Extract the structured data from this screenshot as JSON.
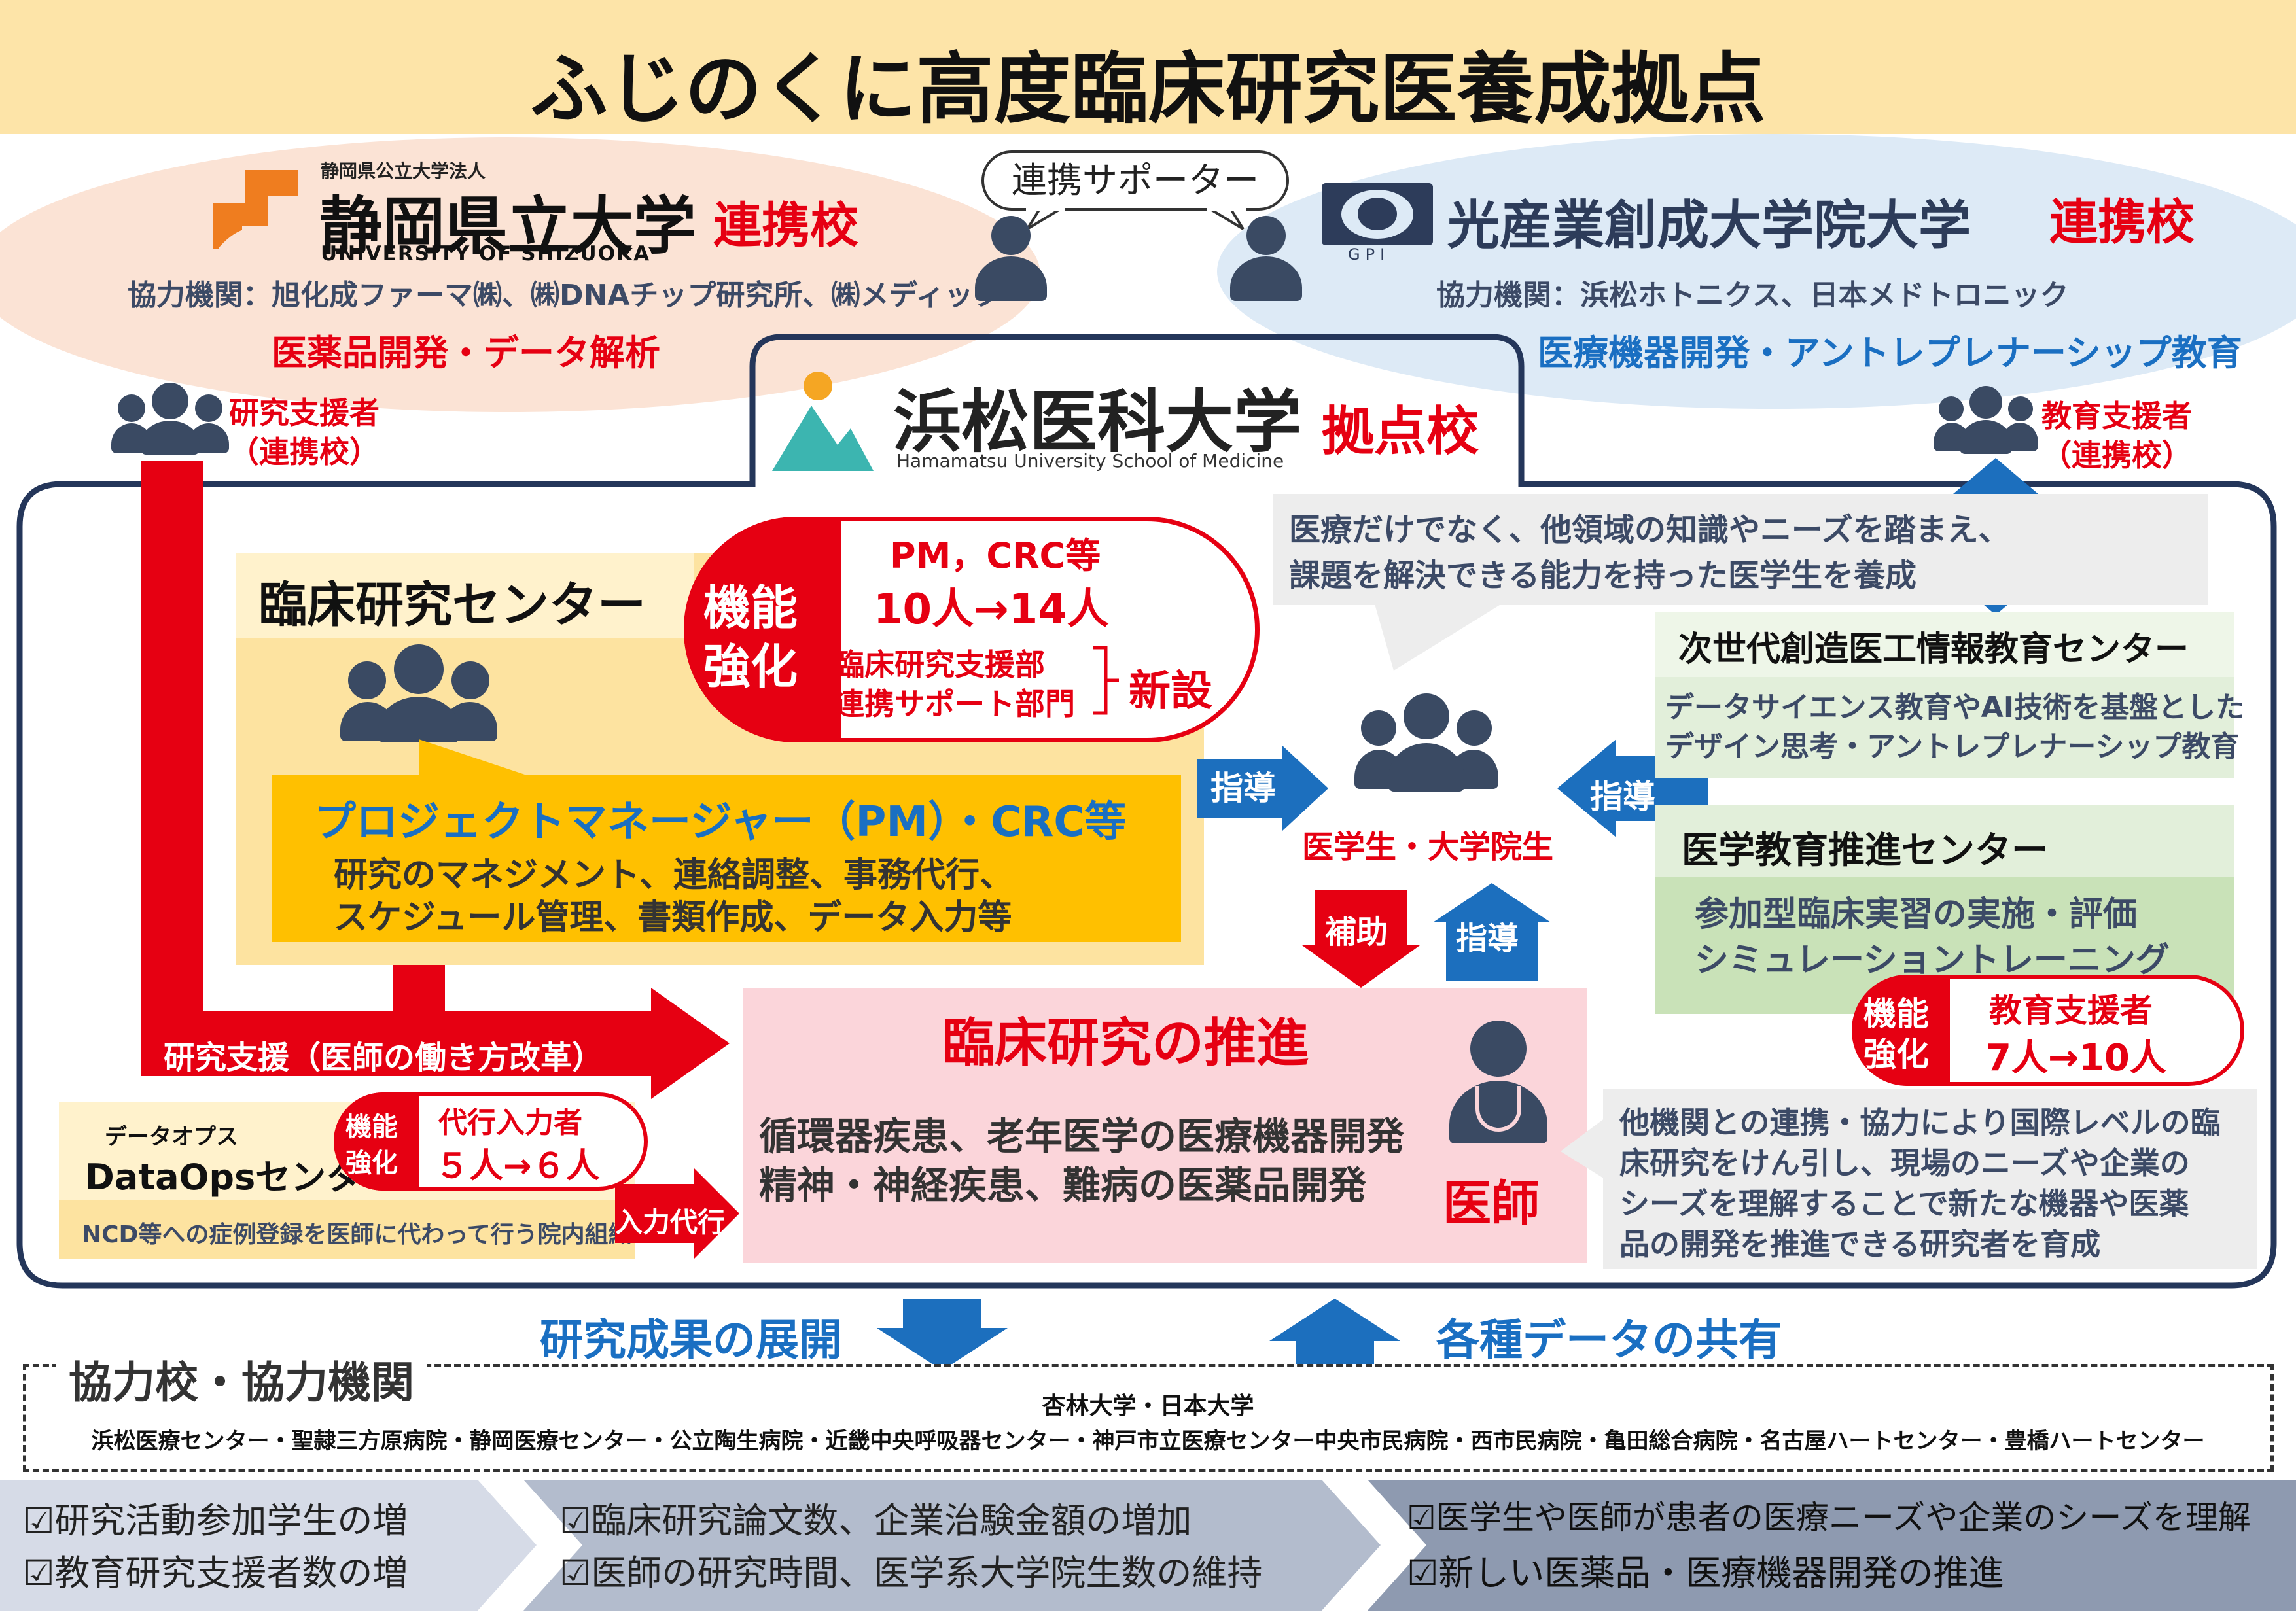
{
  "title": "ふじのくに高度臨床研究医養成拠点",
  "shizuoka": {
    "corp": "静岡県公立大学法人",
    "name_jp": "静岡県立大学",
    "name_en": "UNIVERSITY OF SHIZUOKA",
    "role": "連携校",
    "partners": "協力機関：旭化成ファーマ㈱、㈱DNAチップ研究所、㈱メディック",
    "focus": "医薬品開発・データ解析"
  },
  "gpi": {
    "logo_text": "GPI",
    "name_jp": "光産業創成大学院大学",
    "role": "連携校",
    "partners": "協力機関：浜松ホトニクス、日本メドトロニック",
    "focus": "医療機器開発・アントレプレナーシップ教育"
  },
  "supporter_bubble": "連携サポーター",
  "hamamatsu": {
    "name_jp": "浜松医科大学",
    "name_en": "Hamamatsu University School of Medicine",
    "role": "拠点校"
  },
  "research_supporter": {
    "line1": "研究支援者",
    "line2": "（連携校）"
  },
  "edu_supporter": {
    "line1": "教育支援者",
    "line2": "（連携校）"
  },
  "renkei_vertical": "連携",
  "crc_center": {
    "title": "臨床研究センター",
    "pm_heading": "プロジェクトマネージャー（PM）・CRC等",
    "pm_line1": "研究のマネジメント、連絡調整、事務代行、",
    "pm_line2": "スケジュール管理、書類作成、データ入力等"
  },
  "enhance1": {
    "badge1": "機能",
    "badge2": "強化",
    "top": "PM，CRC等",
    "count": "10人→14人",
    "new1": "臨床研究支援部",
    "new2": "連携サポート部門",
    "new_label": "新設"
  },
  "speech_bubble": {
    "line1": "医療だけでなく、他領域の知識やニーズを踏まえ、",
    "line2": "課題を解決できる能力を持った医学生を養成"
  },
  "next_gen_center": {
    "title": "次世代創造医工情報教育センター",
    "line1": "データサイエンス教育やAI技術を基盤とした",
    "line2": "デザイン思考・アントレプレナーシップ教育"
  },
  "med_edu_center": {
    "title": "医学教育推進センター",
    "line1": "参加型臨床実習の実施・評価",
    "line2": "シミュレーショントレーニング"
  },
  "enhance2": {
    "badge1": "機能",
    "badge2": "強化",
    "top": "教育支援者",
    "count": "7人→10人"
  },
  "students_label": "医学生・大学院生",
  "arrows": {
    "shido_left": "指導",
    "shido_right": "指導",
    "hojo": "補助",
    "shido_up": "指導",
    "research_support": "研究支援（医師の働き方改革）",
    "input": "入力代行"
  },
  "promotion": {
    "title": "臨床研究の推進",
    "line1": "循環器疾患、老年医学の医療機器開発",
    "line2": "精神・神経疾患、難病の医薬品開発",
    "doctor_label": "医師"
  },
  "dataops": {
    "kana": "データオプス",
    "name": "DataOpsセンター",
    "note": "NCD等への症例登録を医師に代わって行う院内組織"
  },
  "enhance3": {
    "badge1": "機能",
    "badge2": "強化",
    "top": "代行入力者",
    "count": "５人→６人"
  },
  "researcher_note": {
    "line1": "他機関との連携・協力により国際レベルの臨",
    "line2": "床研究をけん引し、現場のニーズや企業の",
    "line3": "シーズを理解することで新たな機器や医薬",
    "line4": "品の開発を推進できる研究者を育成"
  },
  "results_label": "研究成果の展開",
  "data_share_label": "各種データの共有",
  "cooperation": {
    "title": "協力校・協力機関",
    "line1": "杏林大学・日本大学",
    "line2": "浜松医療センター・聖隷三方原病院・静岡医療センター・公立陶生病院・近畿中央呼吸器センター・神戸市立医療センター中央市民病院・西市民病院・亀田総合病院・名古屋ハートセンター・豊橋ハートセンター"
  },
  "outcomes": [
    {
      "line1": "☑研究活動参加学生の増",
      "line2": "☑教育研究支援者数の増"
    },
    {
      "line1": "☑臨床研究論文数、企業治験金額の増加",
      "line2": "☑医師の研究時間、医学系大学院生数の維持"
    },
    {
      "line1": "☑医学生や医師が患者の医療ニーズや企業のシーズを理解",
      "line2": "☑新しい医薬品・医療機器開発の推進"
    }
  ],
  "colors": {
    "title_bg": "#fde4a8",
    "shizuoka_bg": "#fbe3d5",
    "gpi_bg": "#ddeaf6",
    "accent_red": "#e60012",
    "accent_blue": "#1a6fc2",
    "navy": "#24365a",
    "crc_bg": "#fde3a0",
    "pm_bg": "#ffc000",
    "green_bg": "#e2efda",
    "pink_bg": "#fbd5da"
  }
}
